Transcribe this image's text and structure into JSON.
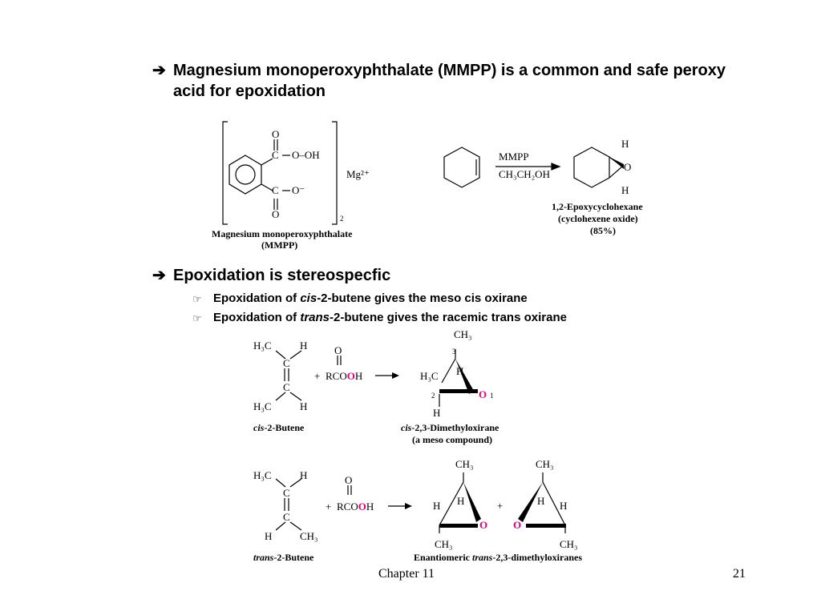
{
  "bullets": [
    {
      "text": "Magnesium monoperoxyphthalate (MMPP) is a common and safe peroxy acid for epoxidation"
    },
    {
      "text": "Epoxidation is stereospecfic"
    }
  ],
  "subbullets": [
    {
      "prefix": "Epoxidation of ",
      "italic": "cis",
      "suffix": "-2-butene gives the meso cis oxirane"
    },
    {
      "prefix": "Epoxidation of ",
      "italic": "trans",
      "suffix": "-2-butene gives the racemic trans oxirane"
    }
  ],
  "mmpp": {
    "o_top": "O",
    "c_top": "C",
    "ooh": "O–OH",
    "c_bot": "C",
    "o_minus": "O⁻",
    "o_bot": "O",
    "mg": "Mg²⁺",
    "sub2": "2",
    "caption1": "Magnesium monoperoxyphthalate",
    "caption2": "(MMPP)"
  },
  "reaction1": {
    "reagent_top": "MMPP",
    "reagent_bottom": "CH₃CH₂OH",
    "h_top": "H",
    "o": "O",
    "h_bot": "H",
    "product1": "1,2-Epoxycyclohexane",
    "product2": "(cyclohexene oxide)",
    "yield": "(85%)"
  },
  "cis": {
    "h3c_top": "H₃C",
    "h_top": "H",
    "c1": "C",
    "c2": "C",
    "h3c_bot": "H₃C",
    "h_bot": "H",
    "plus": "+",
    "reagent_o": "O",
    "reagent": "RCO",
    "reagent_red": "O",
    "reagent_h": "H",
    "name_italic": "cis",
    "name": "-2-Butene",
    "ch3_top": "CH₃",
    "num3": "3",
    "h_mid": "H",
    "h3c_left": "H₃C",
    "num2": "2",
    "o_red": "O",
    "num1": "1",
    "h_bottom": "H",
    "product_italic": "cis",
    "product": "-2,3-Dimethyloxirane",
    "product_note": "(a meso compound)"
  },
  "trans": {
    "h3c_top": "H₃C",
    "h_top": "H",
    "c1": "C",
    "c2": "C",
    "h_bot": "H",
    "ch3_bot": "CH₃",
    "plus": "+",
    "reagent_o": "O",
    "reagent": "RCO",
    "reagent_red": "O",
    "reagent_h": "H",
    "name_italic": "trans",
    "name": "-2-Butene",
    "p1_ch3_top": "CH₃",
    "p1_h_left": "H",
    "p1_h_mid": "H",
    "p1_o": "O",
    "p1_ch3_bot": "CH₃",
    "plus2": "+",
    "p2_ch3_top": "CH₃",
    "p2_o": "O",
    "p2_h_mid": "H",
    "p2_h_right": "H",
    "p2_ch3_bot": "CH₃",
    "caption_prefix": "Enantiomeric ",
    "caption_italic": "trans",
    "caption_suffix": "-2,3-dimethyloxiranes"
  },
  "footer": {
    "chapter": "Chapter 11",
    "page": "21"
  },
  "colors": {
    "oxygen": "#e0007a",
    "text": "#000000"
  }
}
